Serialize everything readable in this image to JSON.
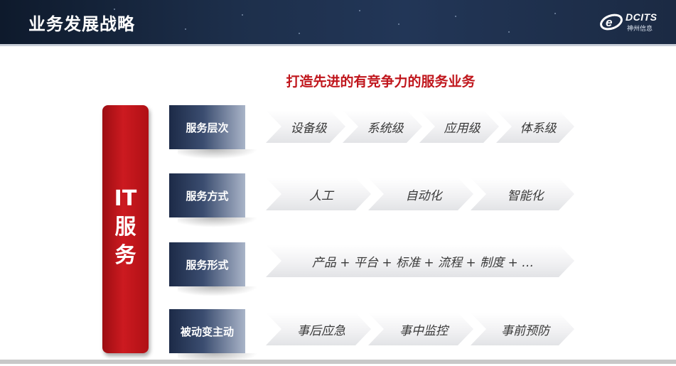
{
  "header": {
    "title": "业务发展战略",
    "logo_text": "DCITS",
    "logo_sub": "神州信息"
  },
  "subtitle": "打造先进的有竞争力的服务业务",
  "it_label": [
    "IT",
    "服",
    "务"
  ],
  "rows": [
    {
      "label": "服务层次",
      "items": [
        "设备级",
        "系统级",
        "应用级",
        "体系级"
      ]
    },
    {
      "label": "服务方式",
      "items": [
        "人工",
        "自动化",
        "智能化"
      ]
    },
    {
      "label": "服务形式",
      "items": [
        "产品 + 平台 + 标准 + 流程 + 制度 + …"
      ]
    },
    {
      "label": "被动变主动",
      "items": [
        "事后应急",
        "事中监控",
        "事前预防"
      ]
    }
  ],
  "colors": {
    "accent_red": "#c0161c",
    "header_navy": "#1d2f4b",
    "label_navy": "#1c2a47"
  }
}
